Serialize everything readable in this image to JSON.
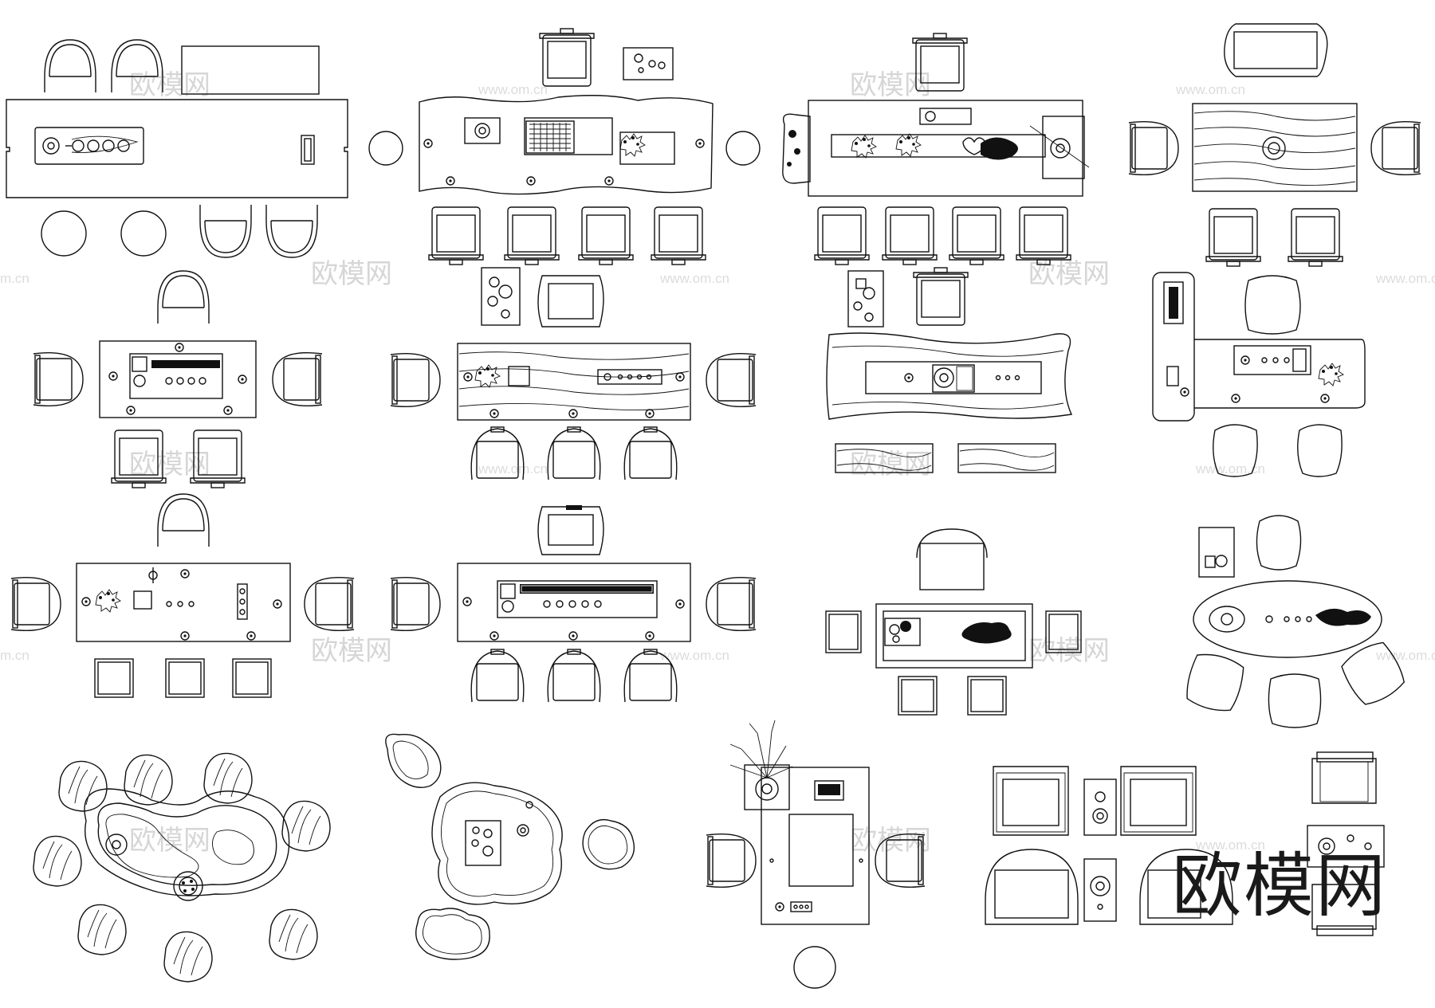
{
  "watermark": {
    "brand_text": "欧模网",
    "url_text": "www.om.cn",
    "corner_brand": "欧模网"
  },
  "colors": {
    "line": "#111111",
    "watermark": "#d6d6d6",
    "background": "#ffffff"
  },
  "sheet": {
    "groups": [
      "tea-table-set-1",
      "tea-table-set-2",
      "tea-table-set-3",
      "tea-table-set-4",
      "tea-table-set-5",
      "tea-table-set-6",
      "tea-table-set-7",
      "tea-table-set-8",
      "tea-table-set-9",
      "tea-table-set-10",
      "tea-table-set-11",
      "tea-table-set-12",
      "tea-table-set-13",
      "tea-table-set-14",
      "tea-table-set-15",
      "tea-table-set-16"
    ]
  }
}
